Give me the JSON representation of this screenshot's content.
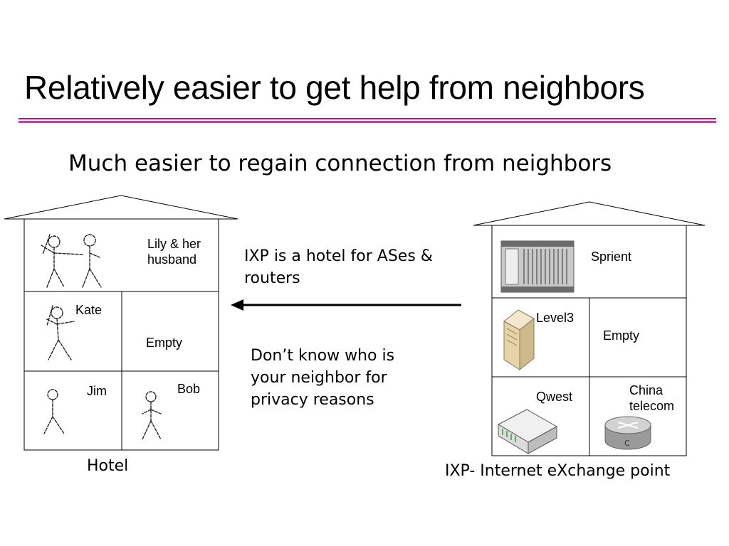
{
  "slide": {
    "title": "Relatively easier to get help from neighbors",
    "subtitle": "Much easier to regain connection from neighbors"
  },
  "hotel": {
    "caption": "Hotel",
    "rooms": {
      "lily": "Lily & her husband",
      "kate": "Kate",
      "empty": "Empty",
      "jim": "Jim",
      "bob": "Bob"
    }
  },
  "ixp": {
    "caption": "IXP- Internet eXchange point",
    "rooms": {
      "sprient": "Sprient",
      "level3": "Level3",
      "empty": "Empty",
      "qwest": "Qwest",
      "china_telecom": "China telecom"
    }
  },
  "notes": {
    "hotel_for_ases": "IXP is a hotel for ASes & routers",
    "privacy": "Don’t know who is your neighbor for privacy reasons"
  },
  "colors": {
    "rule_dark": "#a0207e",
    "rule_light": "#d733b4"
  },
  "icons": [
    "stick-figure-icon",
    "rack-chassis-icon",
    "server-tower-icon",
    "switch-icon",
    "router-icon",
    "arrow-left-icon"
  ]
}
